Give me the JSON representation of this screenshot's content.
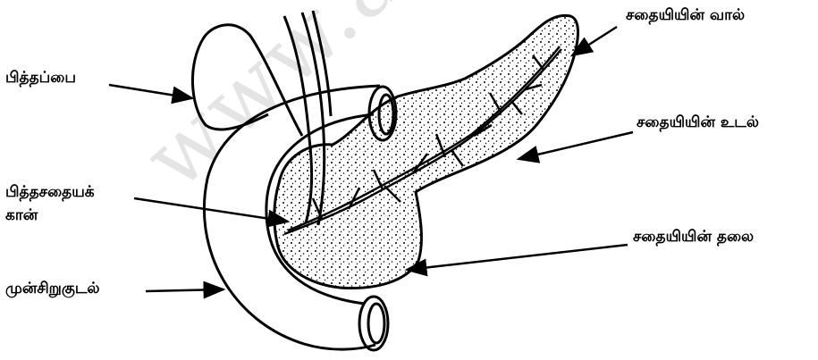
{
  "watermark": "www.aswa",
  "labels": {
    "gallbladder": "பித்தப்பை",
    "tail": "சதையியின் வால்",
    "body": "சதையியின் உடல்",
    "bile_duct_line1": "பித்தசதையக்",
    "bile_duct_line2": "கான்",
    "head": "சதையியின் தலை",
    "duodenum": "முன்சிறுகுடல்"
  }
}
